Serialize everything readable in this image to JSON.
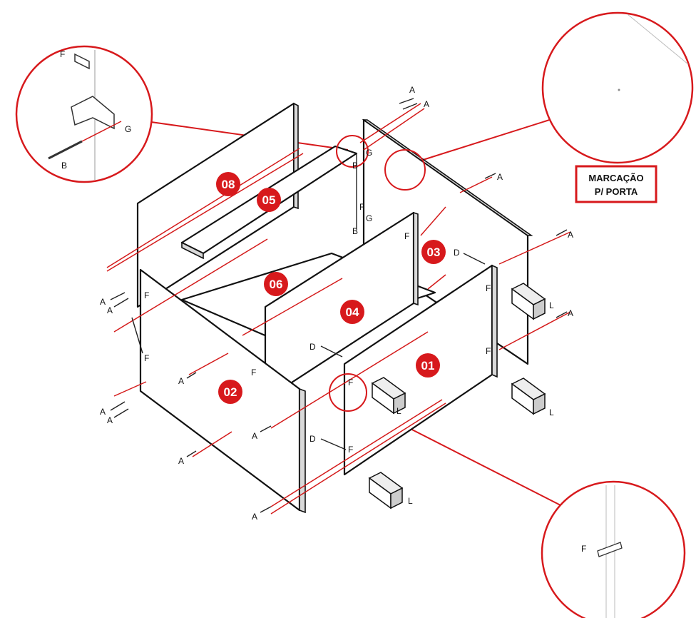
{
  "panels": [
    {
      "id": "panel-08",
      "label": "08"
    },
    {
      "id": "panel-05",
      "label": "05"
    },
    {
      "id": "panel-03",
      "label": "03"
    },
    {
      "id": "panel-06",
      "label": "06"
    },
    {
      "id": "panel-04",
      "label": "04"
    },
    {
      "id": "panel-01",
      "label": "01"
    },
    {
      "id": "panel-02",
      "label": "02"
    }
  ],
  "door_marking": {
    "line1": "MARCAÇÃO",
    "line2": "P/ PORTA"
  },
  "hardware_letters": {
    "a": "A",
    "b": "B",
    "d": "D",
    "f": "F",
    "g": "G",
    "l": "L"
  },
  "colors": {
    "accent": "#d7191c",
    "outline": "#111111"
  }
}
